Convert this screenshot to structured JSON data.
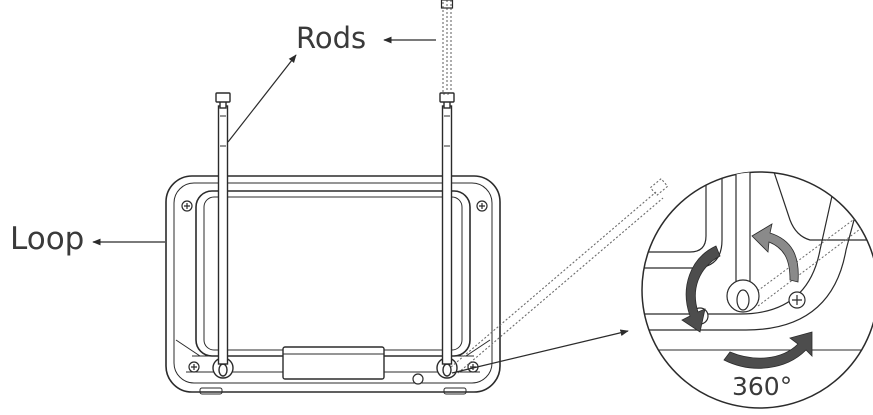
{
  "labels": {
    "rods": "Rods",
    "loop": "Loop",
    "rotation": "360°"
  },
  "icons": {
    "rotate_arrows": "rotate-360-arrows-icon",
    "screw": "screw-icon"
  },
  "colors": {
    "line": "#2b2b2b",
    "dashed": "#6a6a6a",
    "arrow_dark": "#4d4d4d",
    "arrow_light": "#8a8a8a",
    "label": "#3a3a3a"
  }
}
